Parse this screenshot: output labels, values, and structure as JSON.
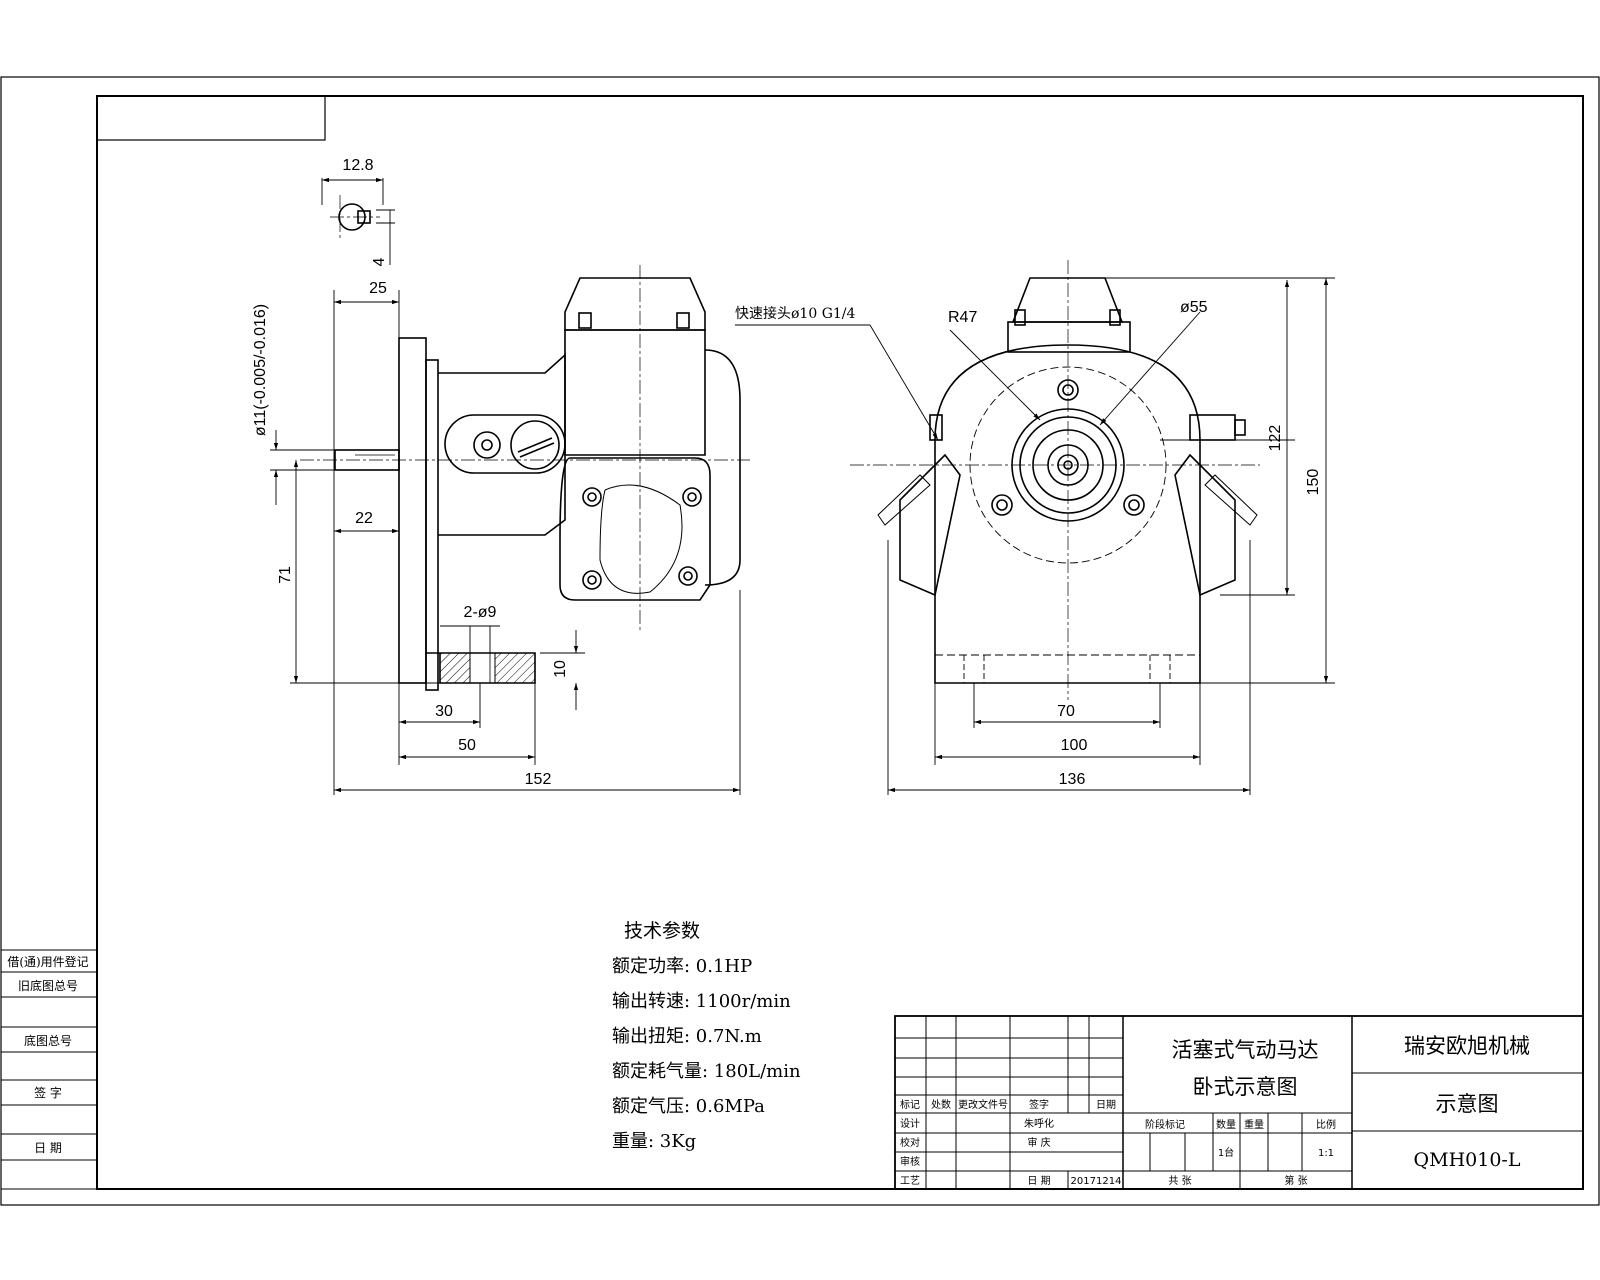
{
  "dimensions": {
    "key_width": "12.8",
    "key_depth": "4",
    "flange_thickness": "25",
    "shaft_dia": "ø11(-0.005/-0.016)",
    "shaft_length": "22",
    "shaft_height": "71",
    "holes": "2-ø9",
    "base_thick": "10",
    "hole_30": "30",
    "hole_50": "50",
    "overall_length": "152",
    "fitting": "快速接头ø10 G1/4",
    "radius": "R47",
    "circle_dia": "ø55",
    "h122": "122",
    "h150": "150",
    "w70": "70",
    "w100": "100",
    "w136": "136"
  },
  "specs": {
    "title": "技术参数",
    "lines": [
      "额定功率: 0.1HP",
      "输出转速: 1100r/min",
      "输出扭矩: 0.7N.m",
      "额定耗气量: 180L/min",
      "额定气压: 0.6MPa",
      "重量: 3Kg"
    ]
  },
  "title_block": {
    "product_line1": "活塞式气动马达",
    "product_line2": "卧式示意图",
    "company": "瑞安欧旭机械",
    "drawing_type": "示意图",
    "drawing_no": "QMH010-L",
    "hdr": [
      "标记",
      "处数",
      "更改文件号",
      "签字",
      "日期"
    ],
    "roles": [
      "设计",
      "校对",
      "审核",
      "工艺"
    ],
    "designer": "朱呼化",
    "checker": "审 庆",
    "date_label": "日 期",
    "date": "20171214",
    "stage_headers": [
      "阶段标记",
      "数量",
      "重量",
      "比例"
    ],
    "quantity": "1台",
    "scale": "1:1",
    "sheet_total": "共 张",
    "sheet_no": "第 张"
  },
  "left_strip": [
    "借(通)用件登记",
    "旧底图总号",
    "底图总号",
    "签 字",
    "日 期"
  ]
}
